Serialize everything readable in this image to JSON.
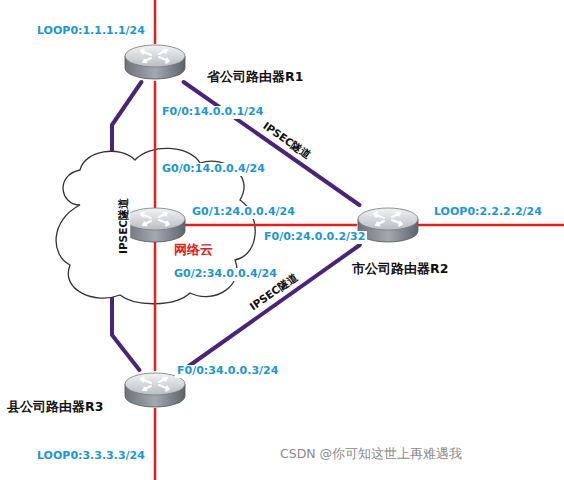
{
  "diagram": {
    "nodes": [
      {
        "text": [
          "省公司路由器R1"
        ]
      },
      {
        "text": [
          "网络云"
        ]
      },
      {
        "text": [
          "市公司路由器R2"
        ]
      },
      {
        "text": [
          "县公司路由器R3"
        ]
      }
    ],
    "edges": [
      {
        "from": 0,
        "to": 1,
        "arrow": "none"
      },
      {
        "from": 1,
        "to": 2,
        "arrow": "none"
      },
      {
        "from": 1,
        "to": 3,
        "arrow": "none"
      },
      {
        "from": 0,
        "to": 2,
        "label": "IPSEC隧道",
        "arrow": "none"
      },
      {
        "from": 2,
        "to": 3,
        "label": "IPSEC隧道",
        "arrow": "none"
      },
      {
        "from": 0,
        "to": 3,
        "label": "IPSEC隧道",
        "arrow": "none"
      }
    ],
    "labels": [
      "LOOP0:1.1.1.1/24",
      "F0/0:14.0.0.1/24",
      "G0/0:14.0.0.4/24",
      "G0/1:24.0.0.4/24",
      "G0/2:34.0.0.4/24",
      "F0/0:24.0.0.2/32",
      "LOOP0:2.2.2.2/24",
      "F0/0:34.0.0.3/24",
      "LOOP0:3.3.3.3/24",
      "CSDN @你可知这世上再难遇我"
    ]
  }
}
